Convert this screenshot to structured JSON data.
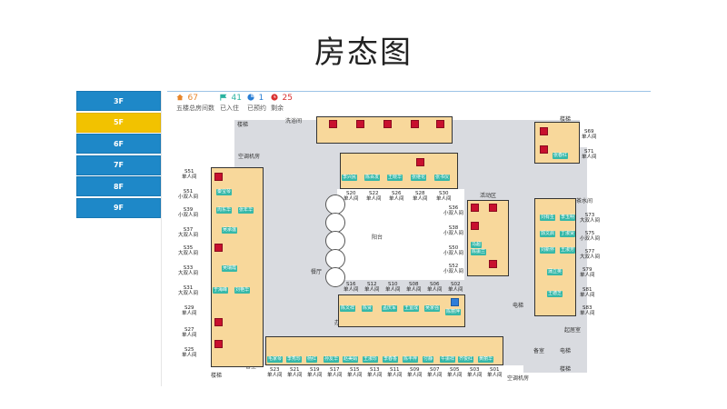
{
  "title": "房态图",
  "sidebar": {
    "floors": [
      {
        "label": "3F",
        "active": false
      },
      {
        "label": "5F",
        "active": true
      },
      {
        "label": "6F",
        "active": false
      },
      {
        "label": "7F",
        "active": false
      },
      {
        "label": "8F",
        "active": false
      },
      {
        "label": "9F",
        "active": false
      }
    ]
  },
  "stats": {
    "total_value": "67",
    "total_label": "五楼总房间数",
    "checked_in_value": "41",
    "checked_in_label": "已入住",
    "reserved_value": "1",
    "reserved_label": "已预约",
    "remaining_value": "25",
    "remaining_label": "剩余",
    "colors": {
      "total": "#e8862a",
      "checked_in": "#2bb3a0",
      "reserved": "#2a7fd4",
      "remaining": "#d9302f"
    }
  },
  "plan_labels": {
    "stairs_top_left": "楼梯",
    "laundry": "洗浴间",
    "stairs_top_right": "楼梯",
    "ac_room": "空调机房",
    "tea_room": "茶水间",
    "activity_area": "活动区",
    "balcony": "阳台",
    "restaurant": "餐厅",
    "elevator_mid": "电梯",
    "office": "办公室",
    "nurse_room": "起居室",
    "store": "备室",
    "elevator_bottom": "电梯",
    "stairs_bottom_left": "楼梯",
    "store_bottom": "备室",
    "stairs_bottom_right": "楼梯",
    "ac_unit": "空调机房"
  },
  "rooms": {
    "left": [
      {
        "no": "S51",
        "type": "单人间"
      },
      {
        "no": "S51",
        "type": "小双人间"
      },
      {
        "no": "S39",
        "type": "小双人间"
      },
      {
        "no": "S37",
        "type": "大双人间"
      },
      {
        "no": "S35",
        "type": "大双人间"
      },
      {
        "no": "S33",
        "type": "大双人间"
      },
      {
        "no": "S31",
        "type": "大双人间"
      },
      {
        "no": "S29",
        "type": "单人间"
      },
      {
        "no": "S27",
        "type": "单人间"
      },
      {
        "no": "S25",
        "type": "单人间"
      }
    ],
    "center_top": [
      {
        "no": "S20",
        "type": "单人间"
      },
      {
        "no": "S22",
        "type": "单人间"
      },
      {
        "no": "S26",
        "type": "单人间"
      },
      {
        "no": "S28",
        "type": "单人间"
      },
      {
        "no": "S30",
        "type": "单人间"
      }
    ],
    "center_bottom": [
      {
        "no": "S16",
        "type": "单人间"
      },
      {
        "no": "S12",
        "type": "单人间"
      },
      {
        "no": "S10",
        "type": "单人间"
      },
      {
        "no": "S08",
        "type": "单人间"
      },
      {
        "no": "S06",
        "type": "单人间"
      },
      {
        "no": "S02",
        "type": "单人间"
      }
    ],
    "center_right": [
      {
        "no": "S36",
        "type": "小双人间"
      },
      {
        "no": "S38",
        "type": "小双人间"
      },
      {
        "no": "S50",
        "type": "小双人间"
      },
      {
        "no": "S52",
        "type": "小双人间"
      }
    ],
    "right": [
      {
        "no": "S69",
        "type": "单人间"
      },
      {
        "no": "S71",
        "type": "单人间"
      },
      {
        "no": "S73",
        "type": "大双人间"
      },
      {
        "no": "S75",
        "type": "小双人间"
      },
      {
        "no": "S77",
        "type": "大双人间"
      },
      {
        "no": "S79",
        "type": "单人间"
      },
      {
        "no": "S81",
        "type": "单人间"
      },
      {
        "no": "S83",
        "type": "单人间"
      }
    ],
    "bottom": [
      {
        "no": "S23",
        "type": "单人间"
      },
      {
        "no": "S21",
        "type": "单人间"
      },
      {
        "no": "S19",
        "type": "单人间"
      },
      {
        "no": "S17",
        "type": "单人间"
      },
      {
        "no": "S15",
        "type": "单人间"
      },
      {
        "no": "S13",
        "type": "单人间"
      },
      {
        "no": "S11",
        "type": "单人间"
      },
      {
        "no": "S09",
        "type": "单人间"
      },
      {
        "no": "S07",
        "type": "单人间"
      },
      {
        "no": "S05",
        "type": "单人间"
      },
      {
        "no": "S03",
        "type": "单人间"
      },
      {
        "no": "S01",
        "type": "单人间"
      }
    ]
  },
  "tenants": {
    "left": [
      "秦宝琴",
      "周东华",
      "张年华",
      "吴承莲",
      "吴瑞霞",
      "于海峰",
      "刘艳华"
    ],
    "center_top": [
      "李兴民",
      "陈百发",
      "王晓华",
      "张继花",
      "张书仪"
    ],
    "center_bottom": [
      "陈文祥",
      "陈贤",
      "孟庆军",
      "王宜成",
      "吴家强",
      "陈丽萍"
    ],
    "center_right": [
      "马超",
      "陈振兰"
    ],
    "right": [
      "张春红",
      "刘有生",
      "李玉明",
      "郭文启",
      "丁淑贤",
      "刘新怀",
      "王淑芳",
      "蒲立英",
      "王德芝"
    ],
    "bottom": [
      "毛家琴",
      "李秀珍",
      "杨红",
      "孙友华",
      "赵美娟",
      "王淑珍",
      "李春香",
      "陈丰梓",
      "付静",
      "牛振祥",
      "齐俊红",
      "黄丽华"
    ]
  }
}
